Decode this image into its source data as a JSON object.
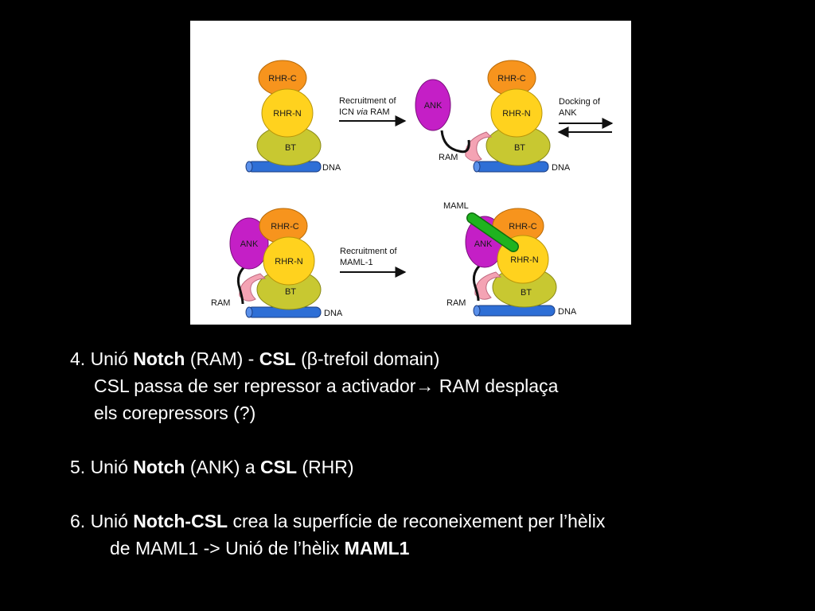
{
  "figure": {
    "domains": {
      "rhr_c": "RHR-C",
      "rhr_n": "RHR-N",
      "bt": "BT",
      "dna": "DNA",
      "ank": "ANK",
      "ram": "RAM",
      "maml": "MAML"
    },
    "arrows": {
      "recruit_icn_line1": "Recruitment of",
      "recruit_icn_line2_a": "ICN ",
      "recruit_icn_line2_via": "via",
      "recruit_icn_line2_b": " RAM",
      "docking_line1": "Docking of",
      "docking_line2": "ANK",
      "recruit_maml_line1": "Recruitment of",
      "recruit_maml_line2": "MAML-1"
    },
    "colors": {
      "rhr_c": "#f7941d",
      "rhr_n": "#ffd21e",
      "bt": "#c8c831",
      "dna": "#2e6fd6",
      "ank": "#c41fc6",
      "ram": "#f4a3b4",
      "maml": "#1fb31f"
    }
  },
  "notes": {
    "item4": {
      "prefix": "4. Unió ",
      "notch": "Notch",
      "ram": " (RAM) - ",
      "csl": "CSL",
      "rest": " (β-trefoil domain)",
      "line2_a": "CSL passa de ser repressor a activador",
      "arrow": "→",
      "line2_b": " RAM desplaça",
      "line3": "els corepressors (?)"
    },
    "item5": {
      "prefix": "5. Unió ",
      "notch": "Notch",
      "mid": " (ANK) a ",
      "csl": "CSL",
      "rest": " (RHR)"
    },
    "item6": {
      "prefix": "6. Unió ",
      "notch_csl": "Notch-CSL",
      "rest": " crea la superfície de reconeixement per l’hèlix",
      "line2_a": "de MAML1 -> Unió de l’hèlix ",
      "maml1": "MAML1"
    }
  }
}
